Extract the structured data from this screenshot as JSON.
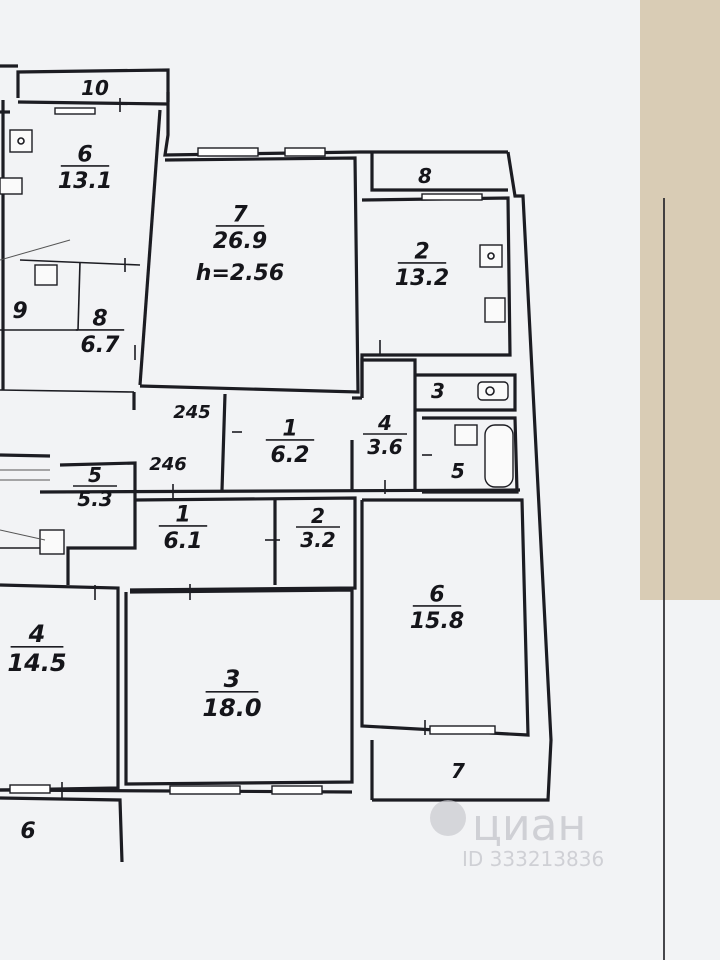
{
  "rooms": [
    {
      "id": "r10",
      "num": "10"
    },
    {
      "id": "r6a",
      "num": "6",
      "area": "13.1"
    },
    {
      "id": "r7a",
      "num": "7",
      "area": "26.9",
      "height": "h=2.56"
    },
    {
      "id": "r8a",
      "num": "8"
    },
    {
      "id": "r2a",
      "num": "2",
      "area": "13.2"
    },
    {
      "id": "r9",
      "num": "9"
    },
    {
      "id": "r8b",
      "num": "8",
      "area": "6.7"
    },
    {
      "id": "r3a",
      "num": "3"
    },
    {
      "id": "r1a",
      "num": "1",
      "area": "6.2"
    },
    {
      "id": "r4a",
      "num": "4",
      "area": "3.6"
    },
    {
      "id": "r5a",
      "num": "5"
    },
    {
      "id": "r5b",
      "num": "5",
      "area": "5.3"
    },
    {
      "id": "r1b",
      "num": "1",
      "area": "6.1"
    },
    {
      "id": "r2b",
      "num": "2",
      "area": "3.2"
    },
    {
      "id": "r6b",
      "num": "6",
      "area": "15.8"
    },
    {
      "id": "r4b",
      "num": "4",
      "area": "14.5"
    },
    {
      "id": "r3b",
      "num": "3",
      "area": "18.0"
    },
    {
      "id": "r7b",
      "num": "7"
    },
    {
      "id": "r6c",
      "num": "6"
    }
  ],
  "dimensions": [
    "245",
    "246"
  ],
  "watermark": {
    "brand": "циан",
    "id_text": "ID 333213836"
  }
}
